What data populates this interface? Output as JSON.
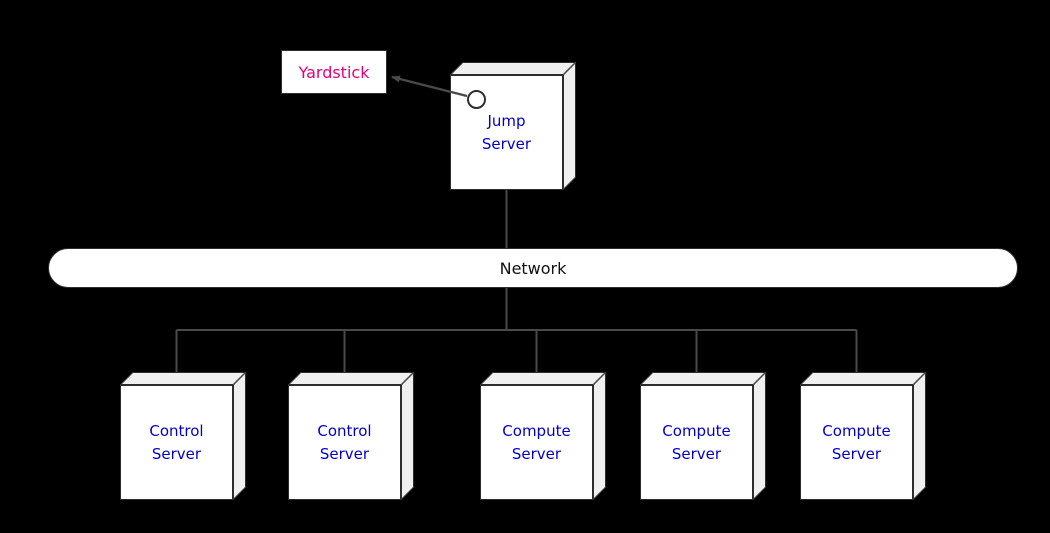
{
  "yardstick": {
    "label": "Yardstick",
    "text_color": "#e6007e"
  },
  "nodes": {
    "jump": {
      "label": "Jump Server"
    },
    "servers": [
      {
        "label": "Control Server"
      },
      {
        "label": "Control Server"
      },
      {
        "label": "Compute Server"
      },
      {
        "label": "Compute Server"
      },
      {
        "label": "Compute Server"
      }
    ]
  },
  "network": {
    "label": "Network"
  },
  "colors": {
    "background": "#000000",
    "node_fill": "#ffffff",
    "node_side_fill": "#f0f0f0",
    "node_border": "#2e2e2e",
    "server_text": "#0000cc",
    "network_text": "#111111",
    "yardstick_text": "#e6007e",
    "connector": "#4a4a4a"
  }
}
